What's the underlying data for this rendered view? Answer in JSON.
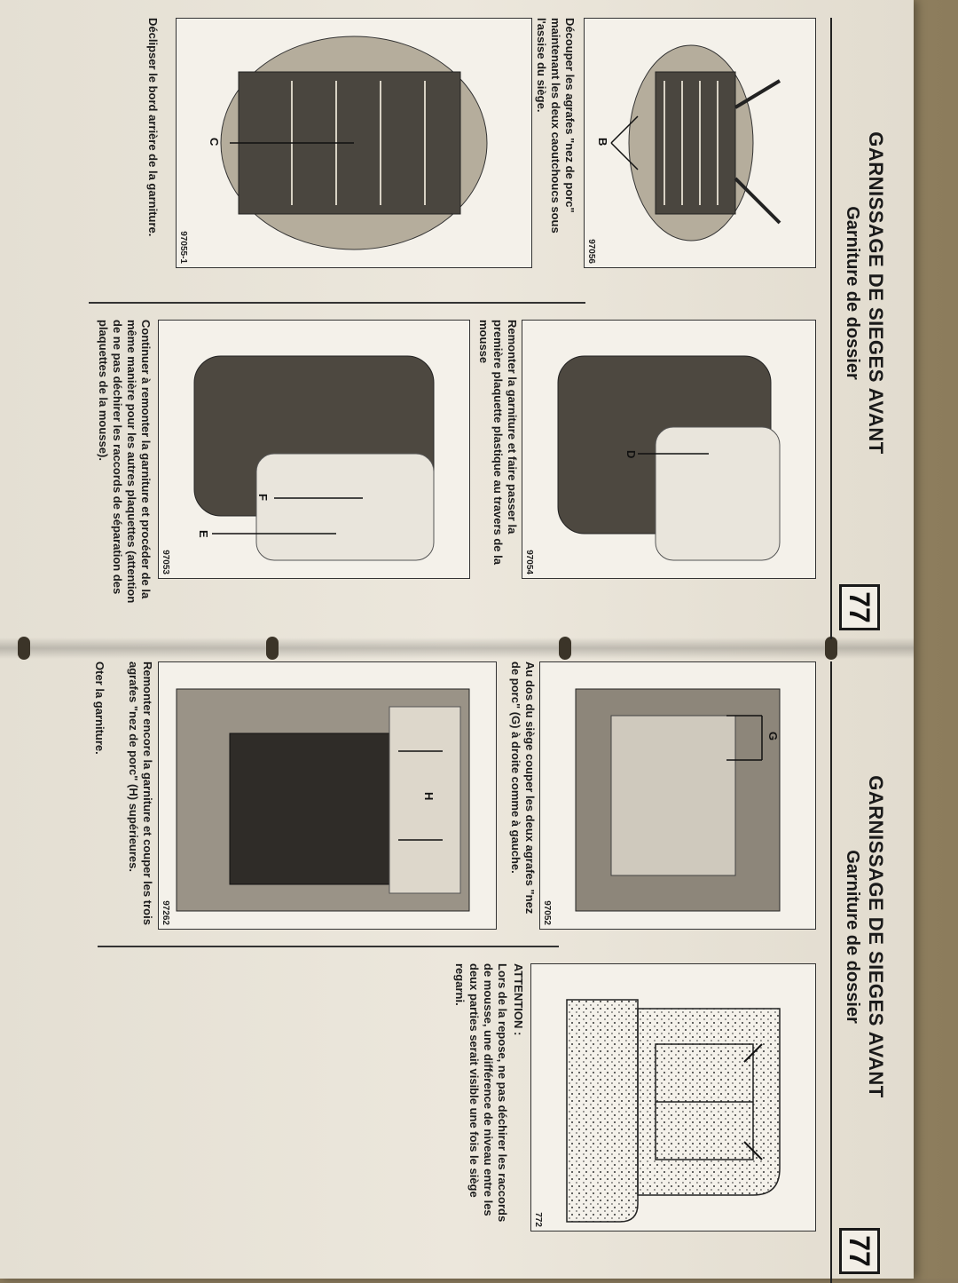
{
  "top_page": {
    "title": "GARNISSAGE DE SIEGES AVANT",
    "subtitle": "Garniture de dossier",
    "page_number": "77",
    "figures": [
      {
        "code": "97056",
        "callout": "B"
      },
      {
        "code": "97054",
        "callout": "D"
      },
      {
        "code": "97055-1",
        "callout": "C"
      },
      {
        "code": "97053",
        "callout_1": "F",
        "callout_2": "E"
      }
    ],
    "captions": {
      "fig_97054": "Remonter la garniture et faire passer la première plaquette plastique au travers de la mousse",
      "fig_97055": "Découper les agrafes \"nez de porc\" maintenant les deux caoutchoucs sous l'assise du siège.",
      "fig_97053": "Continuer à remonter la garniture et procéder de la même manière pour les autres plaquettes (attention de ne pas déchirer les raccords de séparation des plaquettes de la mousse).",
      "bottom_edge": "Déclipser le bord arrière de la garniture."
    }
  },
  "bottom_page": {
    "title": "GARNISSAGE DE SIEGES AVANT",
    "subtitle": "Garniture de dossier",
    "page_number": "77",
    "figures": [
      {
        "code": "97052",
        "callout": "G"
      },
      {
        "code": "772"
      },
      {
        "code": "97262",
        "callout": "H"
      }
    ],
    "captions": {
      "fig_97052": "Au dos du siège couper les deux agrafes \"nez de porc\" (G) à droite comme à gauche.",
      "attention_label": "ATTENTION :",
      "attention_text": "Lors de la repose, ne pas déchirer les raccords de mousse, une différence de niveau entre les deux parties serait visible une fois le siège regarni.",
      "fig_97262": "Remonter encore la garniture et couper les trois agrafes \"nez de porc\" (H) supérieures.",
      "final_step": "Oter la garniture."
    }
  }
}
